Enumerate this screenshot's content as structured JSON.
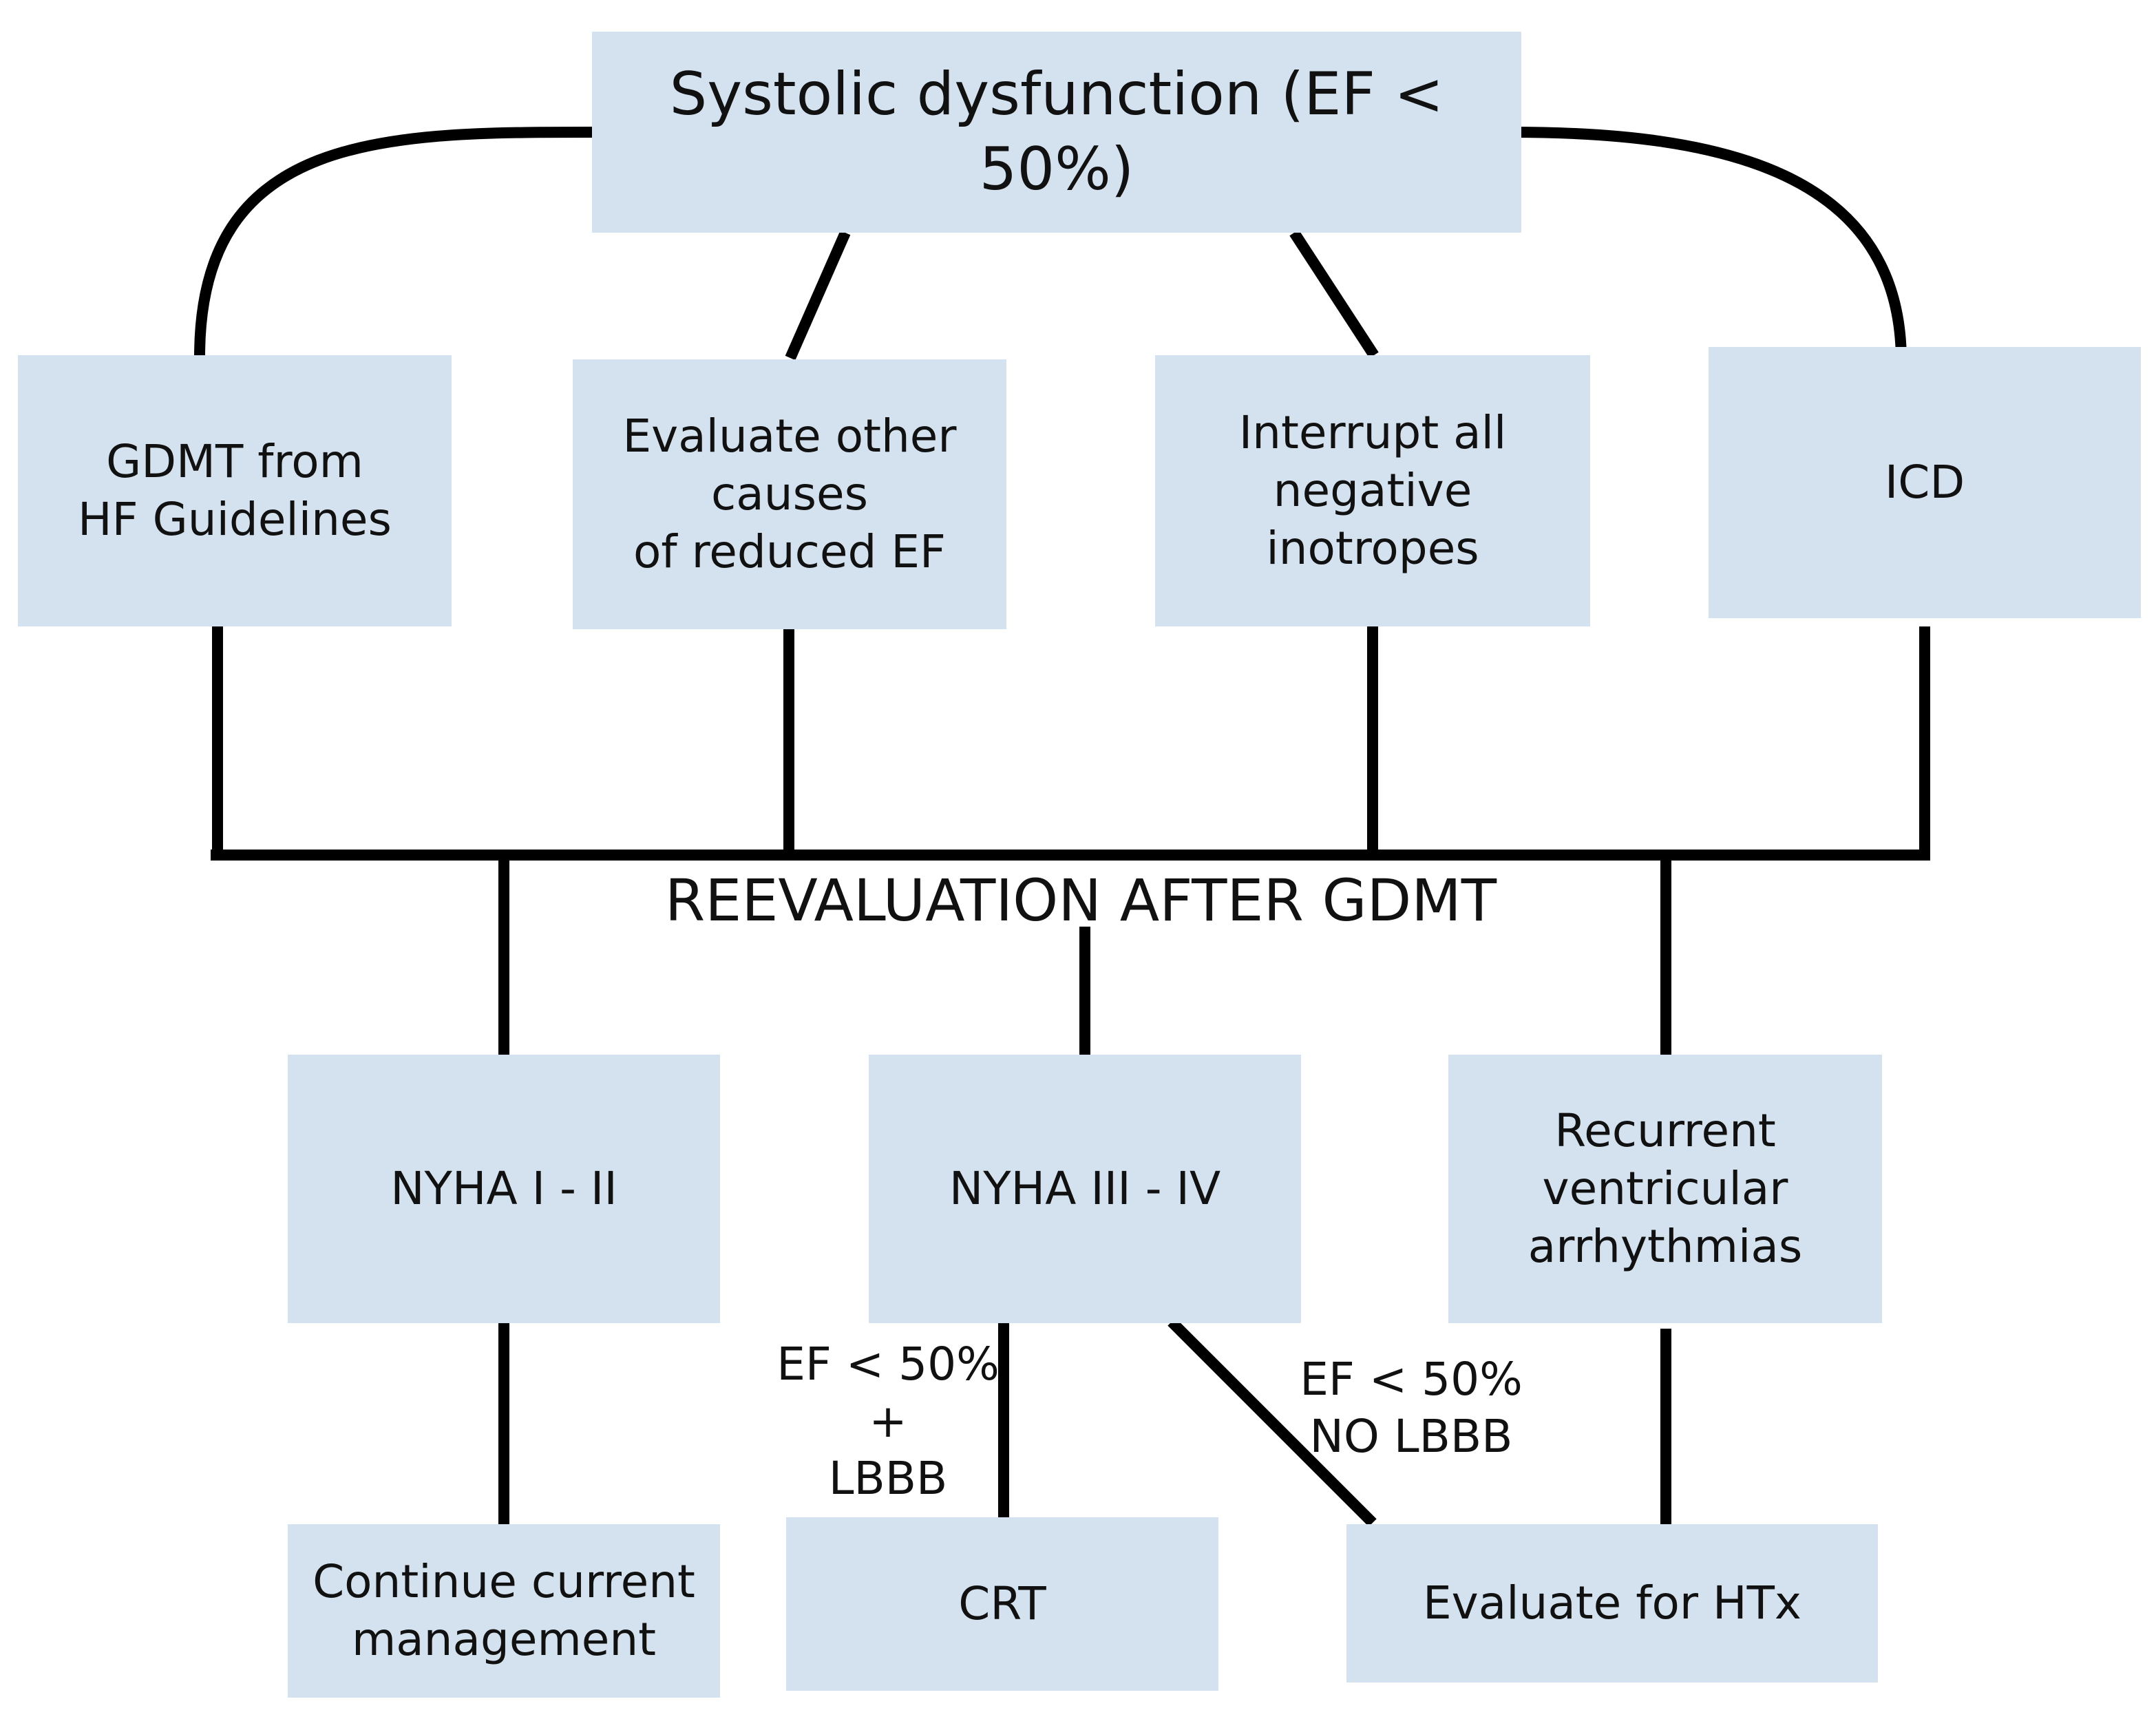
{
  "diagram": {
    "top": {
      "label": "Systolic dysfunction (EF < 50%)"
    },
    "branches": [
      {
        "lines": [
          "GDMT from",
          "HF Guidelines"
        ]
      },
      {
        "lines": [
          "Evaluate other",
          "causes",
          "of reduced EF"
        ]
      },
      {
        "lines": [
          "Interrupt all",
          "negative",
          "inotropes"
        ]
      },
      {
        "lines": [
          "ICD"
        ]
      }
    ],
    "reevaluation": "REEVALUATION AFTER GDMT",
    "classes": [
      {
        "lines": [
          "NYHA I - II"
        ]
      },
      {
        "lines": [
          "NYHA III - IV"
        ]
      },
      {
        "lines": [
          "Recurrent",
          "ventricular",
          "arrhythmias"
        ]
      }
    ],
    "outcomes": [
      {
        "lines": [
          "Continue current",
          "management"
        ]
      },
      {
        "lines": [
          "CRT"
        ]
      },
      {
        "lines": [
          "Evaluate for HTx"
        ]
      }
    ],
    "edge_labels": {
      "crt": [
        "EF < 50%",
        "+",
        "LBBB"
      ],
      "htx": [
        "EF < 50%",
        "NO LBBB"
      ]
    },
    "colors": {
      "box_fill": "#d4e2ef",
      "line": "#000000"
    }
  }
}
